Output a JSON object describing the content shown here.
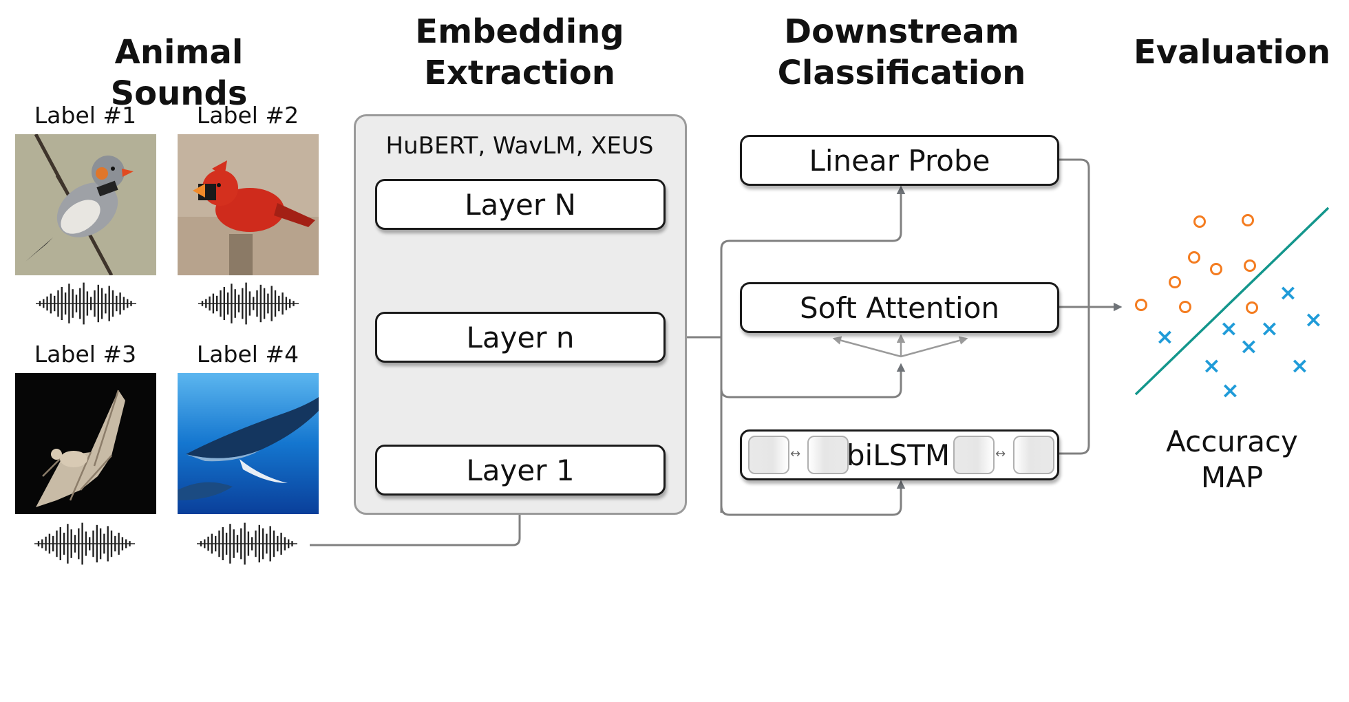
{
  "columns": {
    "animal_sounds": "Animal Sounds",
    "embedding_line1": "Embedding",
    "embedding_line2": "Extraction",
    "downstream_line1": "Downstream",
    "downstream_line2": "Classification",
    "evaluation": "Evaluation"
  },
  "animals": [
    {
      "label": "Label #1",
      "image": "zebra-finch"
    },
    {
      "label": "Label #2",
      "image": "northern-cardinal"
    },
    {
      "label": "Label #3",
      "image": "bat"
    },
    {
      "label": "Label #4",
      "image": "humpback-whale"
    }
  ],
  "extraction": {
    "models": "HuBERT, WavLM, XEUS",
    "layer_top": "Layer N",
    "layer_mid": "Layer n",
    "layer_bottom": "Layer 1"
  },
  "classifiers": {
    "linear": "Linear Probe",
    "attention": "Soft Attention",
    "lstm": "biLSTM"
  },
  "evaluation": {
    "metric1": "Accuracy",
    "metric2": "MAP"
  },
  "colors": {
    "class_a": "#f47c20",
    "class_b": "#1f9bd8",
    "boundary": "#13968c",
    "connector": "#808080"
  }
}
